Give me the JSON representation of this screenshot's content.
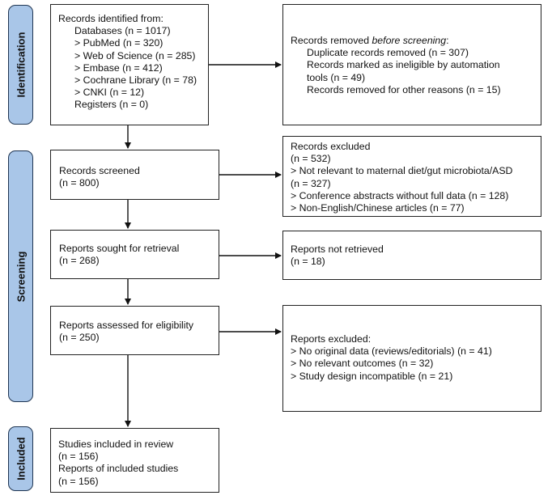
{
  "phases": {
    "identification": "Identification",
    "screening": "Screening",
    "included": "Included"
  },
  "identified": {
    "title": "Records identified from:",
    "databases": "Databases (n = 1017)",
    "pubmed": "> PubMed (n = 320)",
    "wos": "> Web of Science (n = 285)",
    "embase": "> Embase (n = 412)",
    "cochrane": "> Cochrane Library (n = 78)",
    "cnki": "> CNKI  (n = 12)",
    "registers": "Registers (n = 0)"
  },
  "removed": {
    "title_prefix": "Records removed ",
    "title_italic": "before screening",
    "title_suffix": ":",
    "duplicates": "Duplicate records removed  (n = 307)",
    "automation_1": "Records marked as ineligible by automation",
    "automation_2": "tools (n = 49)",
    "other": "Records removed for other reasons (n = 15)"
  },
  "screened": {
    "title": "Records screened",
    "count": "(n = 800)"
  },
  "excluded": {
    "title": "Records excluded",
    "count": "(n = 532)",
    "reason1_a": "> Not relevant to maternal diet/gut microbiota/ASD",
    "reason1_b": "(n = 327)",
    "reason2": "> Conference abstracts without full data (n = 128)",
    "reason3": "> Non-English/Chinese articles (n = 77)"
  },
  "sought": {
    "title": "Reports sought for retrieval",
    "count": "(n = 268)"
  },
  "not_retrieved": {
    "title": "Reports not retrieved",
    "count": "(n = 18)"
  },
  "assessed": {
    "title": "Reports assessed for eligibility",
    "count": "(n = 250)"
  },
  "reports_excluded": {
    "title": "Reports excluded:",
    "reason1": "> No original data (reviews/editorials) (n = 41)",
    "reason2": "> No relevant outcomes (n = 32)",
    "reason3": "> Study design incompatible (n = 21)"
  },
  "included": {
    "studies": "Studies included in review",
    "studies_count": "(n = 156)",
    "reports": "Reports of included studies",
    "reports_count": "(n = 156)"
  }
}
